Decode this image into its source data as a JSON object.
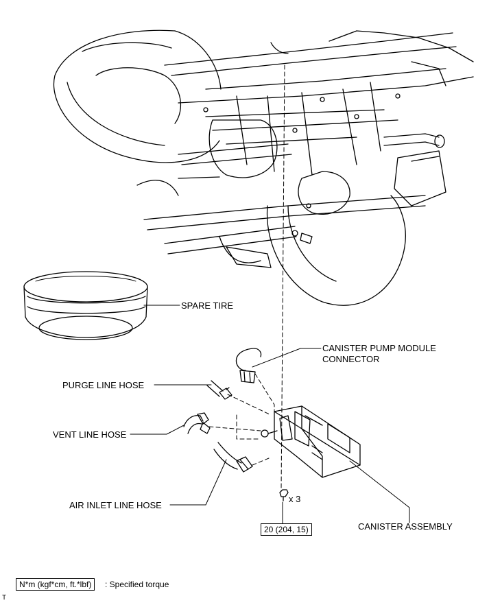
{
  "labels": {
    "spare_tire": "SPARE TIRE",
    "pump_module_line1": "CANISTER PUMP MODULE",
    "pump_module_line2": "CONNECTOR",
    "purge_line_hose": "PURGE LINE HOSE",
    "vent_line_hose": "VENT LINE HOSE",
    "air_inlet_line_hose": "AIR INLET LINE HOSE",
    "canister_assembly": "CANISTER ASSEMBLY",
    "bolt_count": "x 3",
    "torque_value": "20 (204, 15)",
    "legend_units": "N*m (kgf*cm, ft.*lbf)",
    "legend_text": ": Specified torque",
    "corner_mark": "T"
  }
}
